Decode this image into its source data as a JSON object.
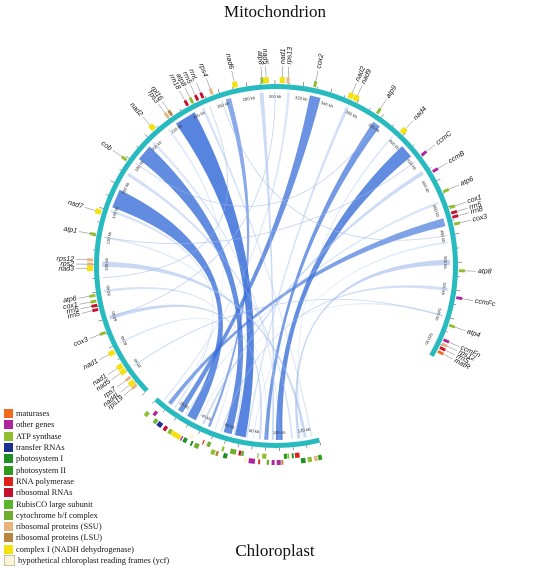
{
  "titles": {
    "top": "Mitochondrion",
    "bottom": "Chloroplast"
  },
  "colors": {
    "ring": "#27bbc0",
    "link": "#3a6fd8",
    "link_light": "#9cb8ea"
  },
  "legend": [
    {
      "label": "maturases",
      "color": "#f26b1d"
    },
    {
      "label": "other genes",
      "color": "#b0249e"
    },
    {
      "label": "ATP synthase",
      "color": "#8fbf2f"
    },
    {
      "label": "transfer RNAs",
      "color": "#1b2f8f"
    },
    {
      "label": "photosystem I",
      "color": "#1e8f22"
    },
    {
      "label": "photosystem II",
      "color": "#2f9b1c"
    },
    {
      "label": "RNA polymerase",
      "color": "#e0201b"
    },
    {
      "label": "ribosomal RNAs",
      "color": "#c8102e"
    },
    {
      "label": "RubisCO large subunit",
      "color": "#59b52a"
    },
    {
      "label": "cytochrome b/f complex",
      "color": "#6fae2d"
    },
    {
      "label": "ribosomal proteins (SSU)",
      "color": "#e8b27a"
    },
    {
      "label": "ribosomal proteins (LSU)",
      "color": "#b8863e"
    },
    {
      "label": "complex I (NADH dehydrogenase)",
      "color": "#f5e10f"
    },
    {
      "label": "hypothetical chloroplast reading frames (ycf)",
      "color": "#fbf6d9"
    }
  ],
  "mito_genes": [
    {
      "label": "rps4",
      "kb": 255
    },
    {
      "label": "rrnL",
      "kb": 248
    },
    {
      "label": "rrn5",
      "kb": 244
    },
    {
      "label": "atp8",
      "kb": 240
    },
    {
      "label": "rrn18",
      "kb": 236
    },
    {
      "label": "nad6",
      "kb": 272
    },
    {
      "label": "atp8",
      "kb": 291
    },
    {
      "label": "nad5",
      "kb": 294
    },
    {
      "label": "nad1",
      "kb": 305
    },
    {
      "label": "rps13",
      "kb": 309
    },
    {
      "label": "cox2",
      "kb": 328
    },
    {
      "label": "nad2",
      "kb": 354
    },
    {
      "label": "nad9",
      "kb": 358
    },
    {
      "label": "atp9",
      "kb": 376
    },
    {
      "label": "nad4",
      "kb": 398
    },
    {
      "label": "ccmC",
      "kb": 419
    },
    {
      "label": "ccmB",
      "kb": 433
    },
    {
      "label": "atp6",
      "kb": 449
    },
    {
      "label": "cox1",
      "kb": 461
    },
    {
      "label": "rrn5",
      "kb": 465
    },
    {
      "label": "rrn8",
      "kb": 468
    },
    {
      "label": "cox3",
      "kb": 473
    },
    {
      "label": "atp8",
      "kb": 506
    },
    {
      "label": "ccmFc",
      "kb": 525
    },
    {
      "label": "atp4",
      "kb": 545
    },
    {
      "label": "ccmFn",
      "kb": 556
    },
    {
      "label": "rps12",
      "kb": 559
    },
    {
      "label": "rrnS",
      "kb": 562
    },
    {
      "label": "matR",
      "kb": 565
    },
    {
      "label": "rps19",
      "kb": 8
    },
    {
      "label": "nad4L",
      "kb": 11
    },
    {
      "label": "rps7",
      "kb": 15
    },
    {
      "label": "nad5",
      "kb": 21
    },
    {
      "label": "nad1",
      "kb": 25
    },
    {
      "label": "nad1",
      "kb": 36
    },
    {
      "label": "cox3",
      "kb": 51
    },
    {
      "label": "rrn5",
      "kb": 68
    },
    {
      "label": "rrn5",
      "kb": 71
    },
    {
      "label": "cox1",
      "kb": 74
    },
    {
      "label": "atp6",
      "kb": 78
    },
    {
      "label": "nad3",
      "kb": 97
    },
    {
      "label": "rps2",
      "kb": 100
    },
    {
      "label": "rps12",
      "kb": 103
    },
    {
      "label": "atp1",
      "kb": 121
    },
    {
      "label": "nad7",
      "kb": 137
    },
    {
      "label": "cob",
      "kb": 178
    },
    {
      "label": "nad2",
      "kb": 207
    },
    {
      "label": "rps3",
      "kb": 220
    },
    {
      "label": "rpl16",
      "kb": 223
    }
  ],
  "mito_ticks": [
    "20 kb",
    "40 kb",
    "60 kb",
    "80 kb",
    "100 kb",
    "120 kb",
    "140 kb",
    "160 kb",
    "180 kb",
    "200 kb",
    "220 kb",
    "240 kb",
    "260 kb",
    "280 kb",
    "300 kb",
    "320 kb",
    "340 kb",
    "360 kb",
    "380 kb",
    "400 kb",
    "420 kb",
    "440 kb",
    "460 kb",
    "480 kb",
    "500 kb",
    "520 kb",
    "540 kb",
    "560 kb"
  ],
  "cp_ticks": [
    "20 kb",
    "40 kb",
    "60 kb",
    "80 kb",
    "100 kb",
    "120 kb"
  ]
}
